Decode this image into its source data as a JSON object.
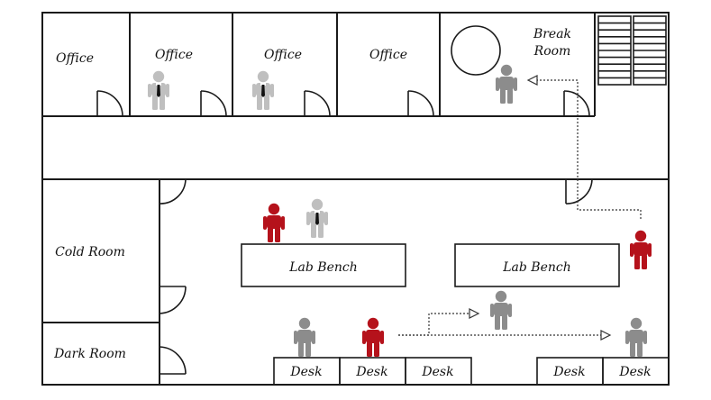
{
  "rooms": {
    "office_1": "Office",
    "office_2": "Office",
    "office_3": "Office",
    "office_4": "Office",
    "break_room_line1": "Break",
    "break_room_line2": "Room",
    "cold_room": "Cold Room",
    "dark_room": "Dark Room"
  },
  "benches": {
    "left": "Lab Bench",
    "right": "Lab Bench"
  },
  "desks": [
    "Desk",
    "Desk",
    "Desk",
    "Desk",
    "Desk"
  ],
  "people": [
    {
      "name": "manager-in-office-2",
      "role": "manager",
      "color": "#bfbfbf"
    },
    {
      "name": "manager-in-office-3",
      "role": "manager",
      "color": "#bfbfbf"
    },
    {
      "name": "worker-in-break-room",
      "role": "worker",
      "color": "#8c8c8c"
    },
    {
      "name": "highlighted-worker-at-bench",
      "role": "worker",
      "color": "#b5121b"
    },
    {
      "name": "manager-at-bench",
      "role": "manager",
      "color": "#bfbfbf"
    },
    {
      "name": "highlighted-worker-right",
      "role": "worker",
      "color": "#b5121b"
    },
    {
      "name": "worker-middle",
      "role": "worker",
      "color": "#8c8c8c"
    },
    {
      "name": "worker-at-desk-1",
      "role": "worker",
      "color": "#8c8c8c"
    },
    {
      "name": "highlighted-worker-at-desk-2",
      "role": "worker",
      "color": "#b5121b"
    },
    {
      "name": "worker-right-bottom",
      "role": "worker",
      "color": "#8c8c8c"
    }
  ]
}
